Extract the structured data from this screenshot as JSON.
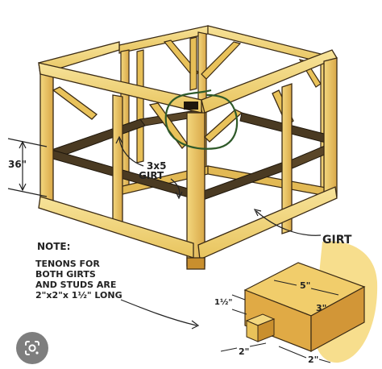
{
  "figure": {
    "labels": {
      "height_dim": "36\"",
      "girt_size_top": "3x5",
      "girt_size_bottom": "GIRT",
      "note_title": "NOTE:",
      "note_line1": "TENONS FOR",
      "note_line2": "BOTH GIRTS",
      "note_line3": "AND STUDS ARE",
      "note_line4": "2\"x2\"x 1½\" LONG",
      "detail_title": "GIRT",
      "detail_width": "5\"",
      "detail_height": "3\"",
      "detail_tenon_length": "1½\"",
      "detail_tenon_width": "2\"",
      "detail_tenon_depth": "2\""
    }
  },
  "overlay": {
    "lens_button_icon": "google-lens-icon"
  },
  "colors": {
    "wood_light": "#f3d77e",
    "wood_mid": "#e9c25a",
    "wood_dark": "#c98f2e",
    "girt_dark": "#4a3a22",
    "outline": "#3a2a14",
    "annotation_circle": "#2f5a2a"
  }
}
